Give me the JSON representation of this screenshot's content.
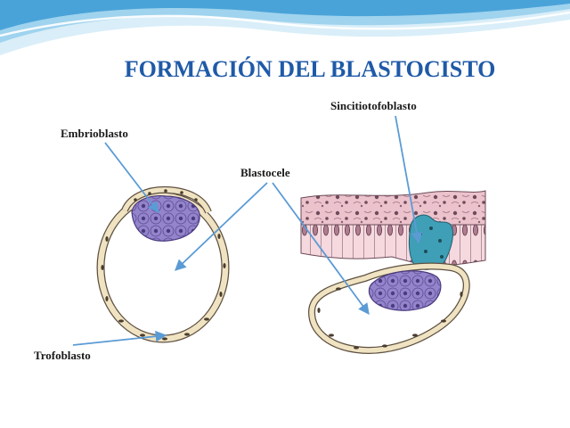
{
  "slide": {
    "title": "FORMACIÓN DEL BLASTOCISTO"
  },
  "labels": {
    "embrioblasto": "Embrioblasto",
    "blastocele": "Blastocele",
    "sincitiotrofoblasto": "Sincitiotofoblasto",
    "trofoblasto": "Trofoblasto"
  },
  "colors": {
    "title": "#1f5aa8",
    "arrow": "#5b9bd5",
    "header_wave_dark": "#4aa3d8",
    "header_wave_light": "#bfe3f5",
    "embryoblast_fill": "#8f7fc7",
    "trophoblast_fill": "#efe3c2",
    "endometrium_fill": "#f2c9d2",
    "syncytio_fill": "#3f9fb6"
  }
}
